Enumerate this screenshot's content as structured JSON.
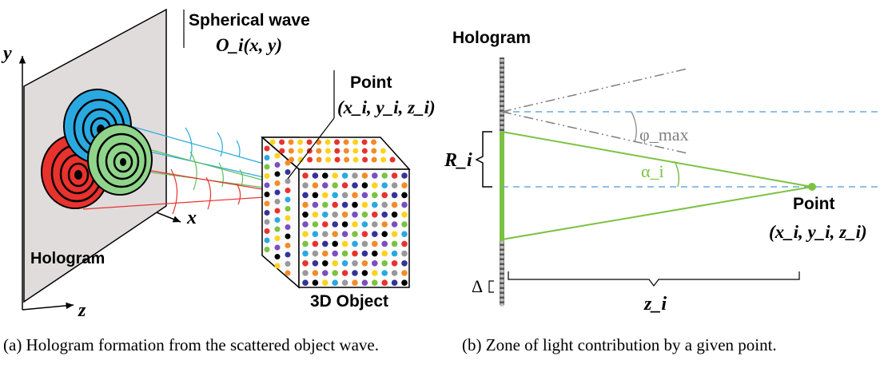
{
  "panel_a": {
    "spherical_wave_label": "Spherical wave",
    "spherical_wave_symbol": "O_i(x, y)",
    "point_label": "Point",
    "point_coords": "(x_i, y_i, z_i)",
    "hologram_label": "Hologram",
    "object_label": "3D Object",
    "axis_x": "x",
    "axis_y": "y",
    "axis_z": "z",
    "caption": "(a) Hologram formation from the scattered object wave."
  },
  "panel_b": {
    "hologram_label": "Hologram",
    "radius_label": "R_i",
    "phi_max_label": "φ_max",
    "alpha_label": "α_i",
    "point_label": "Point",
    "point_coords": "(x_i, y_i, z_i)",
    "delta_label": "Δ",
    "distance_label": "z_i",
    "caption": "(b) Zone of light contribution by a given point."
  },
  "colors": {
    "blue": "#29a9e0",
    "green": "#8fd48a",
    "red": "#e8322d",
    "green_line": "#7cc242",
    "dashed_blue": "#6fa8dc",
    "dashdot_gray": "#808080",
    "hologram_plate": "#e0dcdc"
  }
}
